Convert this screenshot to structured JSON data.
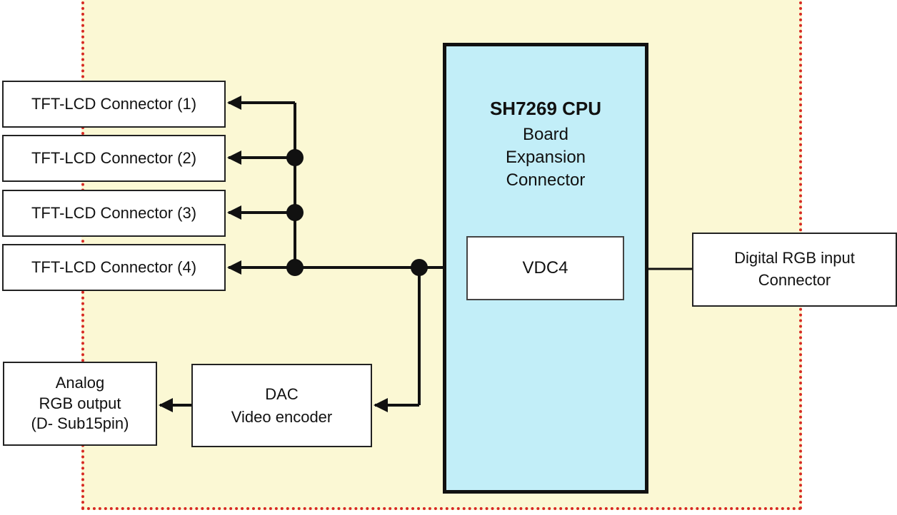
{
  "colors": {
    "board_fill": "#fbf8d4",
    "board_border": "#d72a24",
    "cpu_fill": "#c2eef8",
    "box_fill": "#ffffff",
    "wire": "#111111"
  },
  "icons": [
    "junction-dot",
    "arrowhead"
  ],
  "cpu": {
    "title": "SH7269 CPU",
    "subtitle_lines": [
      "Board",
      "Expansion",
      "Connector"
    ]
  },
  "vdc": {
    "label": "VDC4"
  },
  "lcd_connectors": [
    {
      "label": "TFT-LCD Connector (1)"
    },
    {
      "label": "TFT-LCD Connector (2)"
    },
    {
      "label": "TFT-LCD Connector (3)"
    },
    {
      "label": "TFT-LCD Connector (4)"
    }
  ],
  "digital_rgb_input": {
    "lines": [
      "Digital RGB input",
      "Connector"
    ]
  },
  "dac": {
    "lines": [
      "DAC",
      "Video encoder"
    ]
  },
  "analog_output": {
    "lines": [
      "Analog",
      "RGB output",
      "(D- Sub15pin)"
    ]
  }
}
